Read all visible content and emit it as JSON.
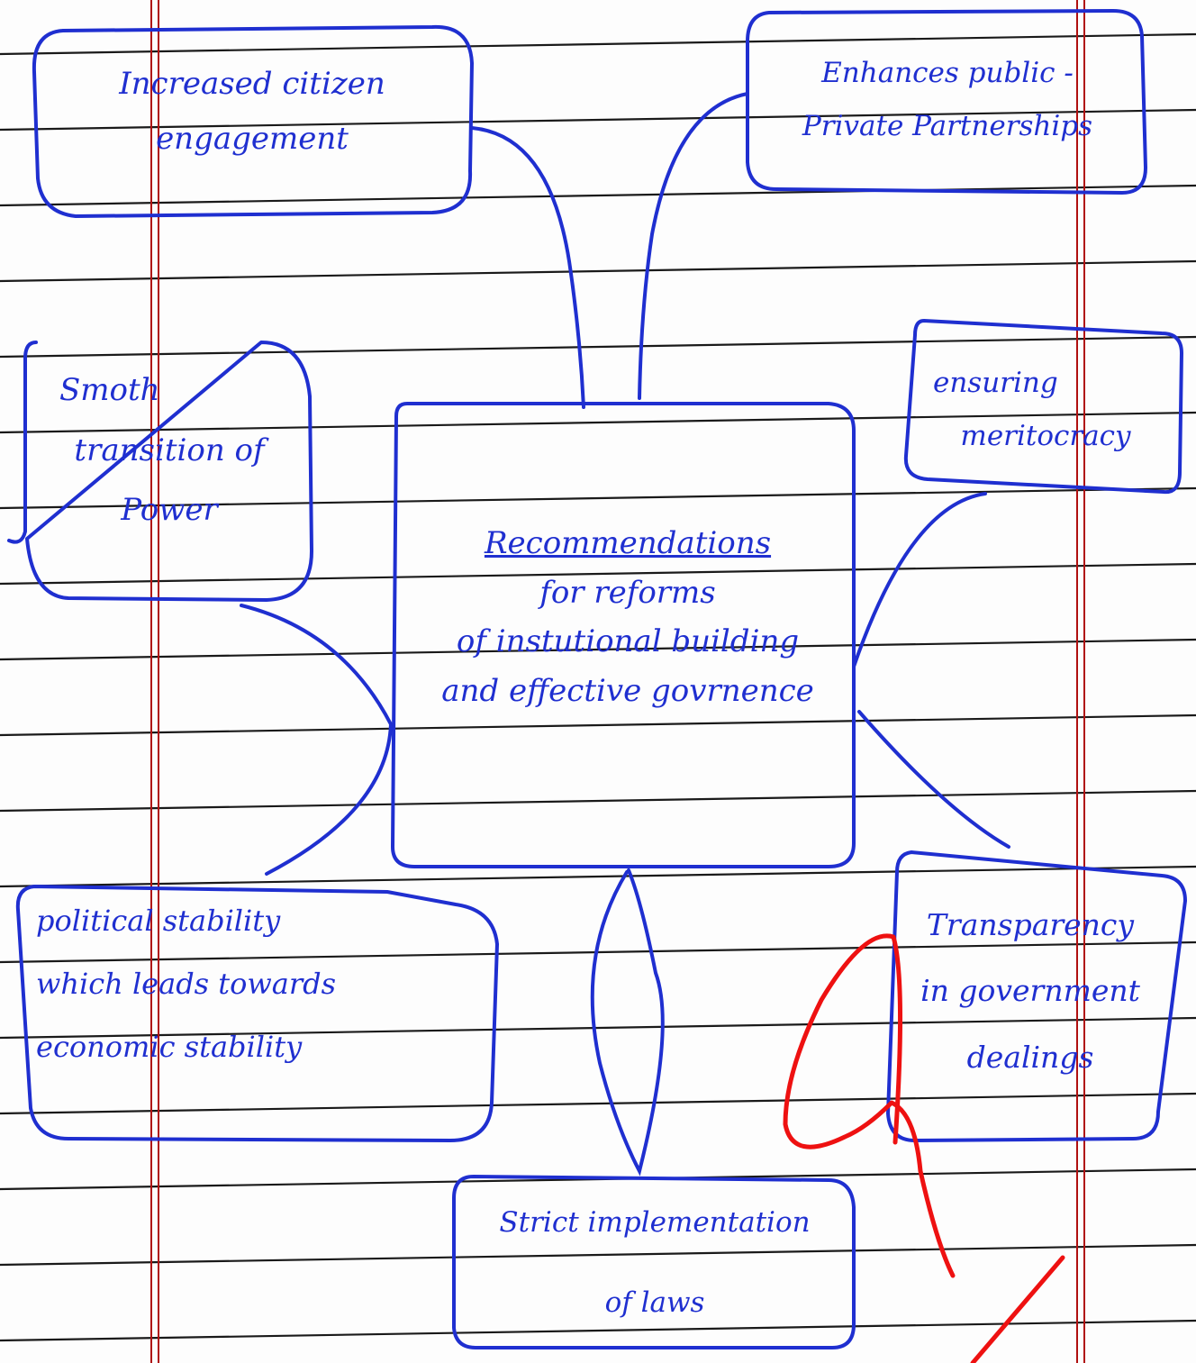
{
  "colors": {
    "ink": "#1f2fd0",
    "ruled_line": "#1a1a1a",
    "margin_line": "#b01010",
    "correction": "#ee1111",
    "paper": "#fdfdfd"
  },
  "diagram": {
    "center": {
      "line1": "Recommendations",
      "line2": "for reforms",
      "line3": "of instutional building",
      "line4": "and effective govrnence"
    },
    "increased_engagement": {
      "line1": "Increased citizen",
      "line2": "engagement"
    },
    "public_private": {
      "line1": "Enhances public -",
      "line2": "Private Partnerships"
    },
    "smooth_transition": {
      "line1": "Smoth",
      "line2": "transition of",
      "line3": "Power"
    },
    "meritocracy": {
      "line1": "ensuring",
      "line2": "meritocracy"
    },
    "political_stability": {
      "line1": "political stability",
      "line2": "which leads towards",
      "line3": "economic stability"
    },
    "transparency": {
      "line1": "Transparency",
      "line2": "in government",
      "line3": "dealings"
    },
    "strict_implementation": {
      "line1": "Strict implementation",
      "line2": "of laws"
    }
  }
}
